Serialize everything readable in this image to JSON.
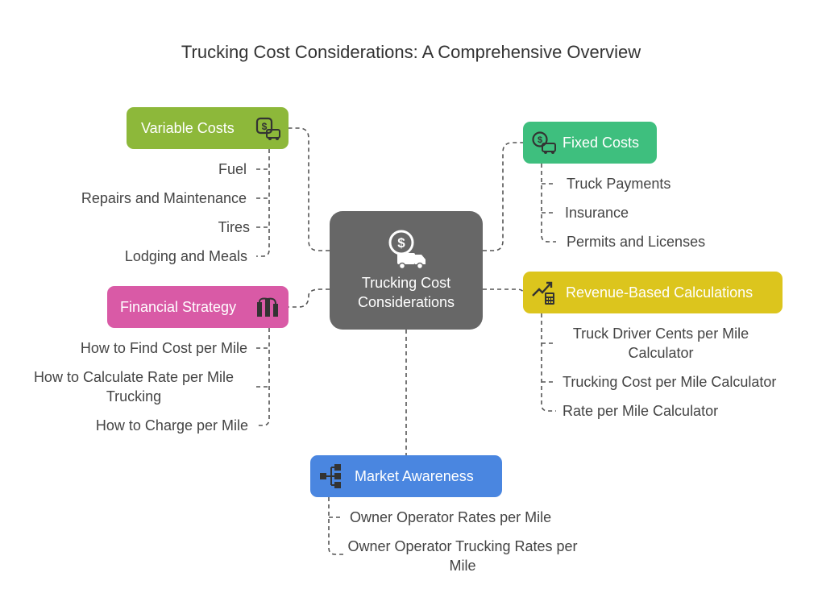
{
  "title": "Trucking Cost Considerations: A Comprehensive Overview",
  "center": {
    "label": "Trucking Cost Considerations",
    "color": "#676767",
    "icon": "dollar-truck-icon"
  },
  "nodes": {
    "variable_costs": {
      "label": "Variable Costs",
      "color": "#8db83a",
      "icon": "dollar-truck-icon",
      "items": [
        "Fuel",
        "Repairs and Maintenance",
        "Tires",
        "Lodging and Meals"
      ]
    },
    "fixed_costs": {
      "label": "Fixed Costs",
      "color": "#3ebf7e",
      "icon": "dollar-truck-icon",
      "items": [
        "Truck Payments",
        "Insurance",
        "Permits and Licenses"
      ]
    },
    "financial_strategy": {
      "label": "Financial Strategy",
      "color": "#d95aa6",
      "icon": "strategy-icon",
      "items": [
        "How to Find Cost per Mile",
        "How to Calculate Rate per Mile Trucking",
        "How to Charge per Mile"
      ]
    },
    "revenue_calculations": {
      "label": "Revenue-Based Calculations",
      "color": "#dcc51d",
      "icon": "chart-calculator-icon",
      "items": [
        "Truck Driver Cents per Mile Calculator",
        "Trucking Cost per Mile Calculator",
        "Rate per Mile Calculator"
      ]
    },
    "market_awareness": {
      "label": "Market Awareness",
      "color": "#4a86e0",
      "icon": "flow-icon",
      "items": [
        "Owner Operator Rates per Mile",
        "Owner Operator Trucking Rates per Mile"
      ]
    }
  }
}
